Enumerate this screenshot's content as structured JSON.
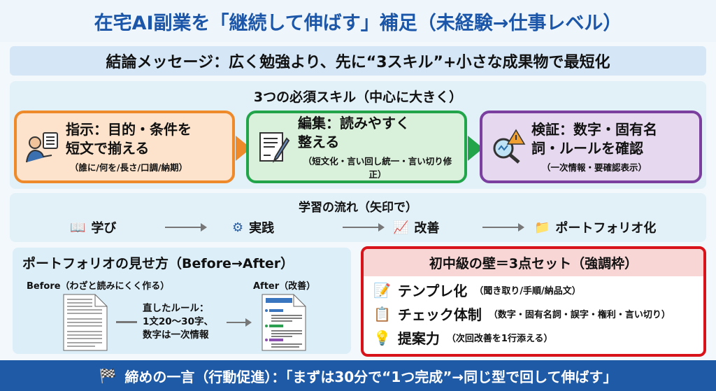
{
  "title": "在宅AI副業を「継続して伸ばす」補足（未経験→仕事レベル）",
  "conclusion": "結論メッセージ：広く勉強より、先に“3スキル”+小さな成果物で最短化",
  "skills": {
    "heading": "3つの必須スキル（中心に大きく）",
    "cards": [
      {
        "title1": "指示：目的・条件を",
        "title2": "短文で揃える",
        "sub": "（誰に/何を/長さ/口調/納期）",
        "color": "#ef8a2b",
        "bg": "#fde3cb"
      },
      {
        "title1": "編集：読みやすく",
        "title2": "整える",
        "sub": "（短文化・言い回し統一・言い切り修正）",
        "color": "#22a54a",
        "bg": "#d9f0da"
      },
      {
        "title1": "検証：数字・固有名",
        "title2": "詞・ルールを確認",
        "sub": "（一次情報・要確認表示）",
        "color": "#7b3fa0",
        "bg": "#e6d8ee"
      }
    ]
  },
  "flow": {
    "heading": "学習の流れ（矢印で）",
    "steps": [
      "学び",
      "実践",
      "改善",
      "ポートフォリオ化"
    ]
  },
  "portfolio": {
    "heading": "ポートフォリオの見せ方（Before→After）",
    "before": "Before（わざと読みにくく作る）",
    "after": "After（改善）",
    "rule": [
      "直したルール：",
      "1文20〜30字、",
      "数字は一次情報"
    ]
  },
  "wall": {
    "heading": "初中級の壁＝3点セット（強調枠）",
    "items": [
      {
        "label": "テンプレ化",
        "note": "（聞き取り/手順/納品文）"
      },
      {
        "label": "チェック体制",
        "note": "（数字・固有名詞・誤字・権利・言い切り）"
      },
      {
        "label": "提案力",
        "note": "（次回改善を1行添える）"
      }
    ]
  },
  "footer": "締めの一言（行動促進）：「まずは30分で“1つ完成”→同じ型で回して伸ばす」"
}
